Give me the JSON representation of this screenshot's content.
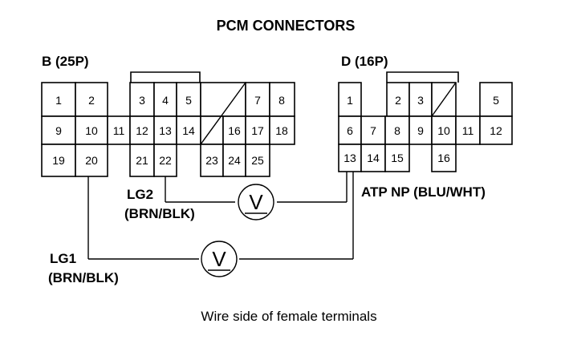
{
  "title": "PCM CONNECTORS",
  "connector_b": {
    "label": "B (25P)",
    "row1": [
      "1",
      "2",
      "3",
      "4",
      "5",
      "7",
      "8"
    ],
    "row2": [
      "9",
      "10",
      "11",
      "12",
      "13",
      "14",
      "16",
      "17",
      "18"
    ],
    "row3": [
      "19",
      "20",
      "21",
      "22",
      "23",
      "24",
      "25"
    ]
  },
  "connector_d": {
    "label": "D (16P)",
    "row1": [
      "1",
      "2",
      "3",
      "5"
    ],
    "row2": [
      "6",
      "7",
      "8",
      "9",
      "10",
      "11",
      "12"
    ],
    "row3": [
      "13",
      "14",
      "15",
      "16"
    ]
  },
  "wires": {
    "lg2_name": "LG2",
    "lg2_color": "(BRN/BLK)",
    "lg1_name": "LG1",
    "lg1_color": "(BRN/BLK)",
    "atp_label": "ATP NP (BLU/WHT)",
    "meter_symbol": "V"
  },
  "caption": "Wire side of female terminals"
}
